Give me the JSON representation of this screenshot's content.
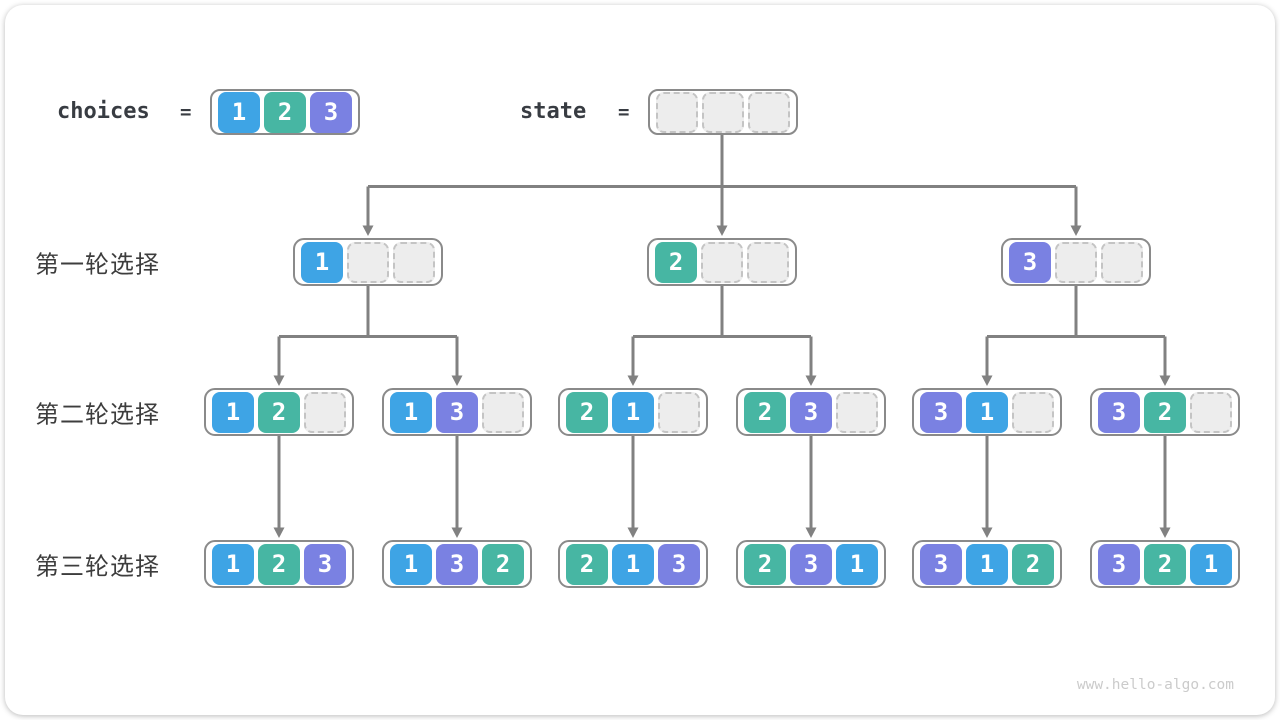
{
  "header": {
    "choices_label": "choices",
    "equals": "=",
    "state_label": "state",
    "choices_values": [
      1,
      2,
      3
    ],
    "state_cells": [
      null,
      null,
      null
    ]
  },
  "rows": [
    {
      "label": "第一轮选择",
      "nodes": [
        [
          1,
          null,
          null
        ],
        [
          2,
          null,
          null
        ],
        [
          3,
          null,
          null
        ]
      ]
    },
    {
      "label": "第二轮选择",
      "nodes": [
        [
          1,
          2,
          null
        ],
        [
          1,
          3,
          null
        ],
        [
          2,
          1,
          null
        ],
        [
          2,
          3,
          null
        ],
        [
          3,
          1,
          null
        ],
        [
          3,
          2,
          null
        ]
      ]
    },
    {
      "label": "第三轮选择",
      "nodes": [
        [
          1,
          2,
          3
        ],
        [
          1,
          3,
          2
        ],
        [
          2,
          1,
          3
        ],
        [
          2,
          3,
          1
        ],
        [
          3,
          1,
          2
        ],
        [
          3,
          2,
          1
        ]
      ]
    }
  ],
  "footer": {
    "watermark": "www.hello-algo.com"
  },
  "colors": {
    "cell_1": "#3EA4E5",
    "cell_2": "#47B6A3",
    "cell_3": "#7A81E2",
    "empty_fill": "#EDEDED",
    "empty_border": "#C4C4C4",
    "node_border": "#8A8A8A",
    "connector": "#818181",
    "label_text": "#383C42",
    "row_label_text": "#3D3D3D",
    "watermark_text": "#CBCBCB"
  }
}
